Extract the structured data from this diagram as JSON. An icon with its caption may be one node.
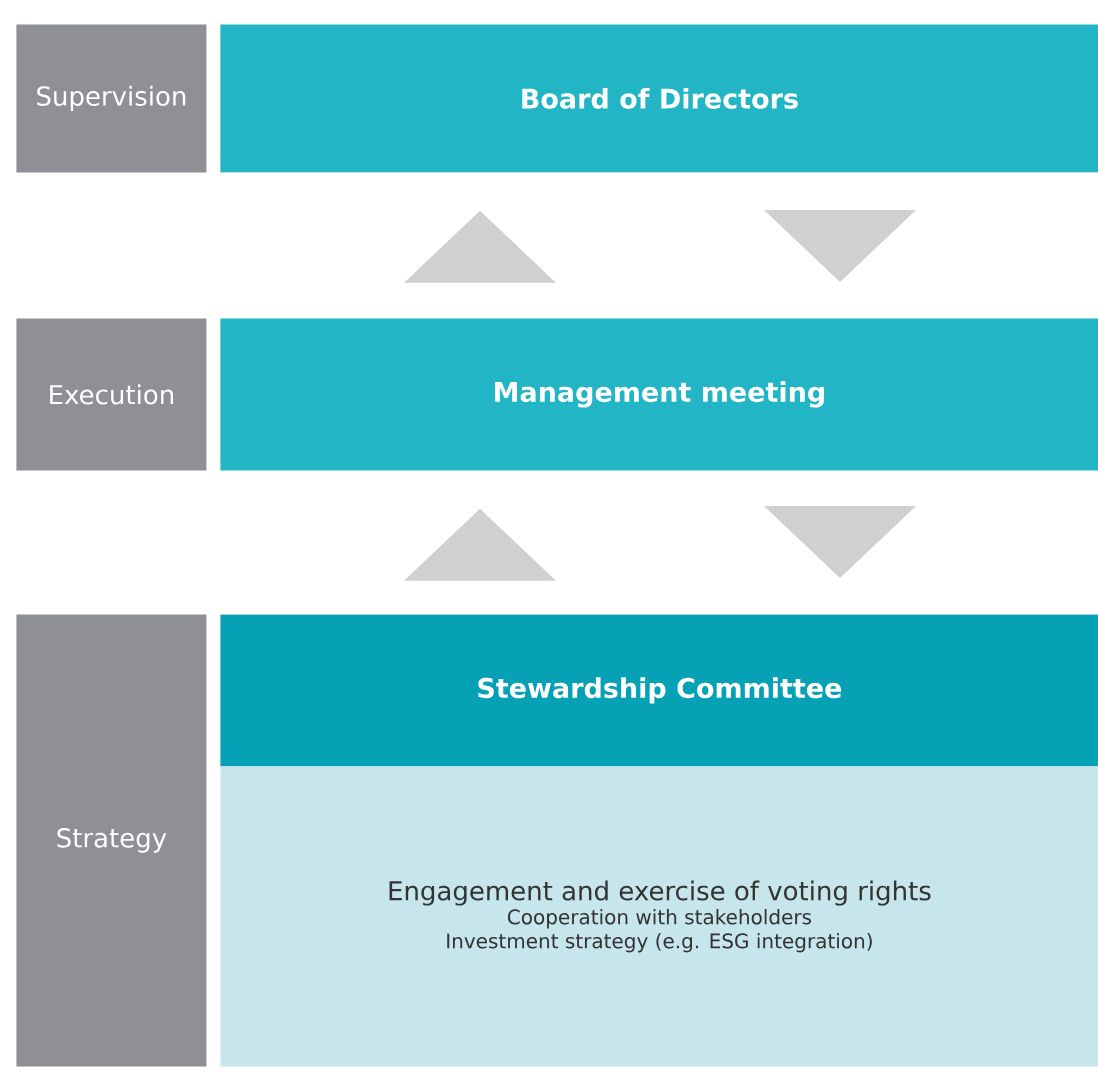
{
  "diagram": {
    "nodes": [
      {
        "text": [
          "Supervision"
        ]
      },
      {
        "text": [
          "Board of Directors"
        ]
      },
      {
        "text": [
          "Execution"
        ]
      },
      {
        "text": [
          "Management meeting"
        ]
      },
      {
        "text": [
          "Strategy"
        ]
      },
      {
        "text": [
          "Stewardship Committee"
        ]
      },
      {
        "text": [
          "Engagement and exercise of voting rights",
          "Cooperation with stakeholders",
          "Investment strategy (e.g. ESG integration)"
        ]
      }
    ],
    "edges": [
      {
        "from": 3,
        "to": 1,
        "arrow": "to"
      },
      {
        "from": 1,
        "to": 3,
        "arrow": "to"
      },
      {
        "from": 5,
        "to": 3,
        "arrow": "to"
      },
      {
        "from": 3,
        "to": 5,
        "arrow": "to"
      }
    ]
  }
}
